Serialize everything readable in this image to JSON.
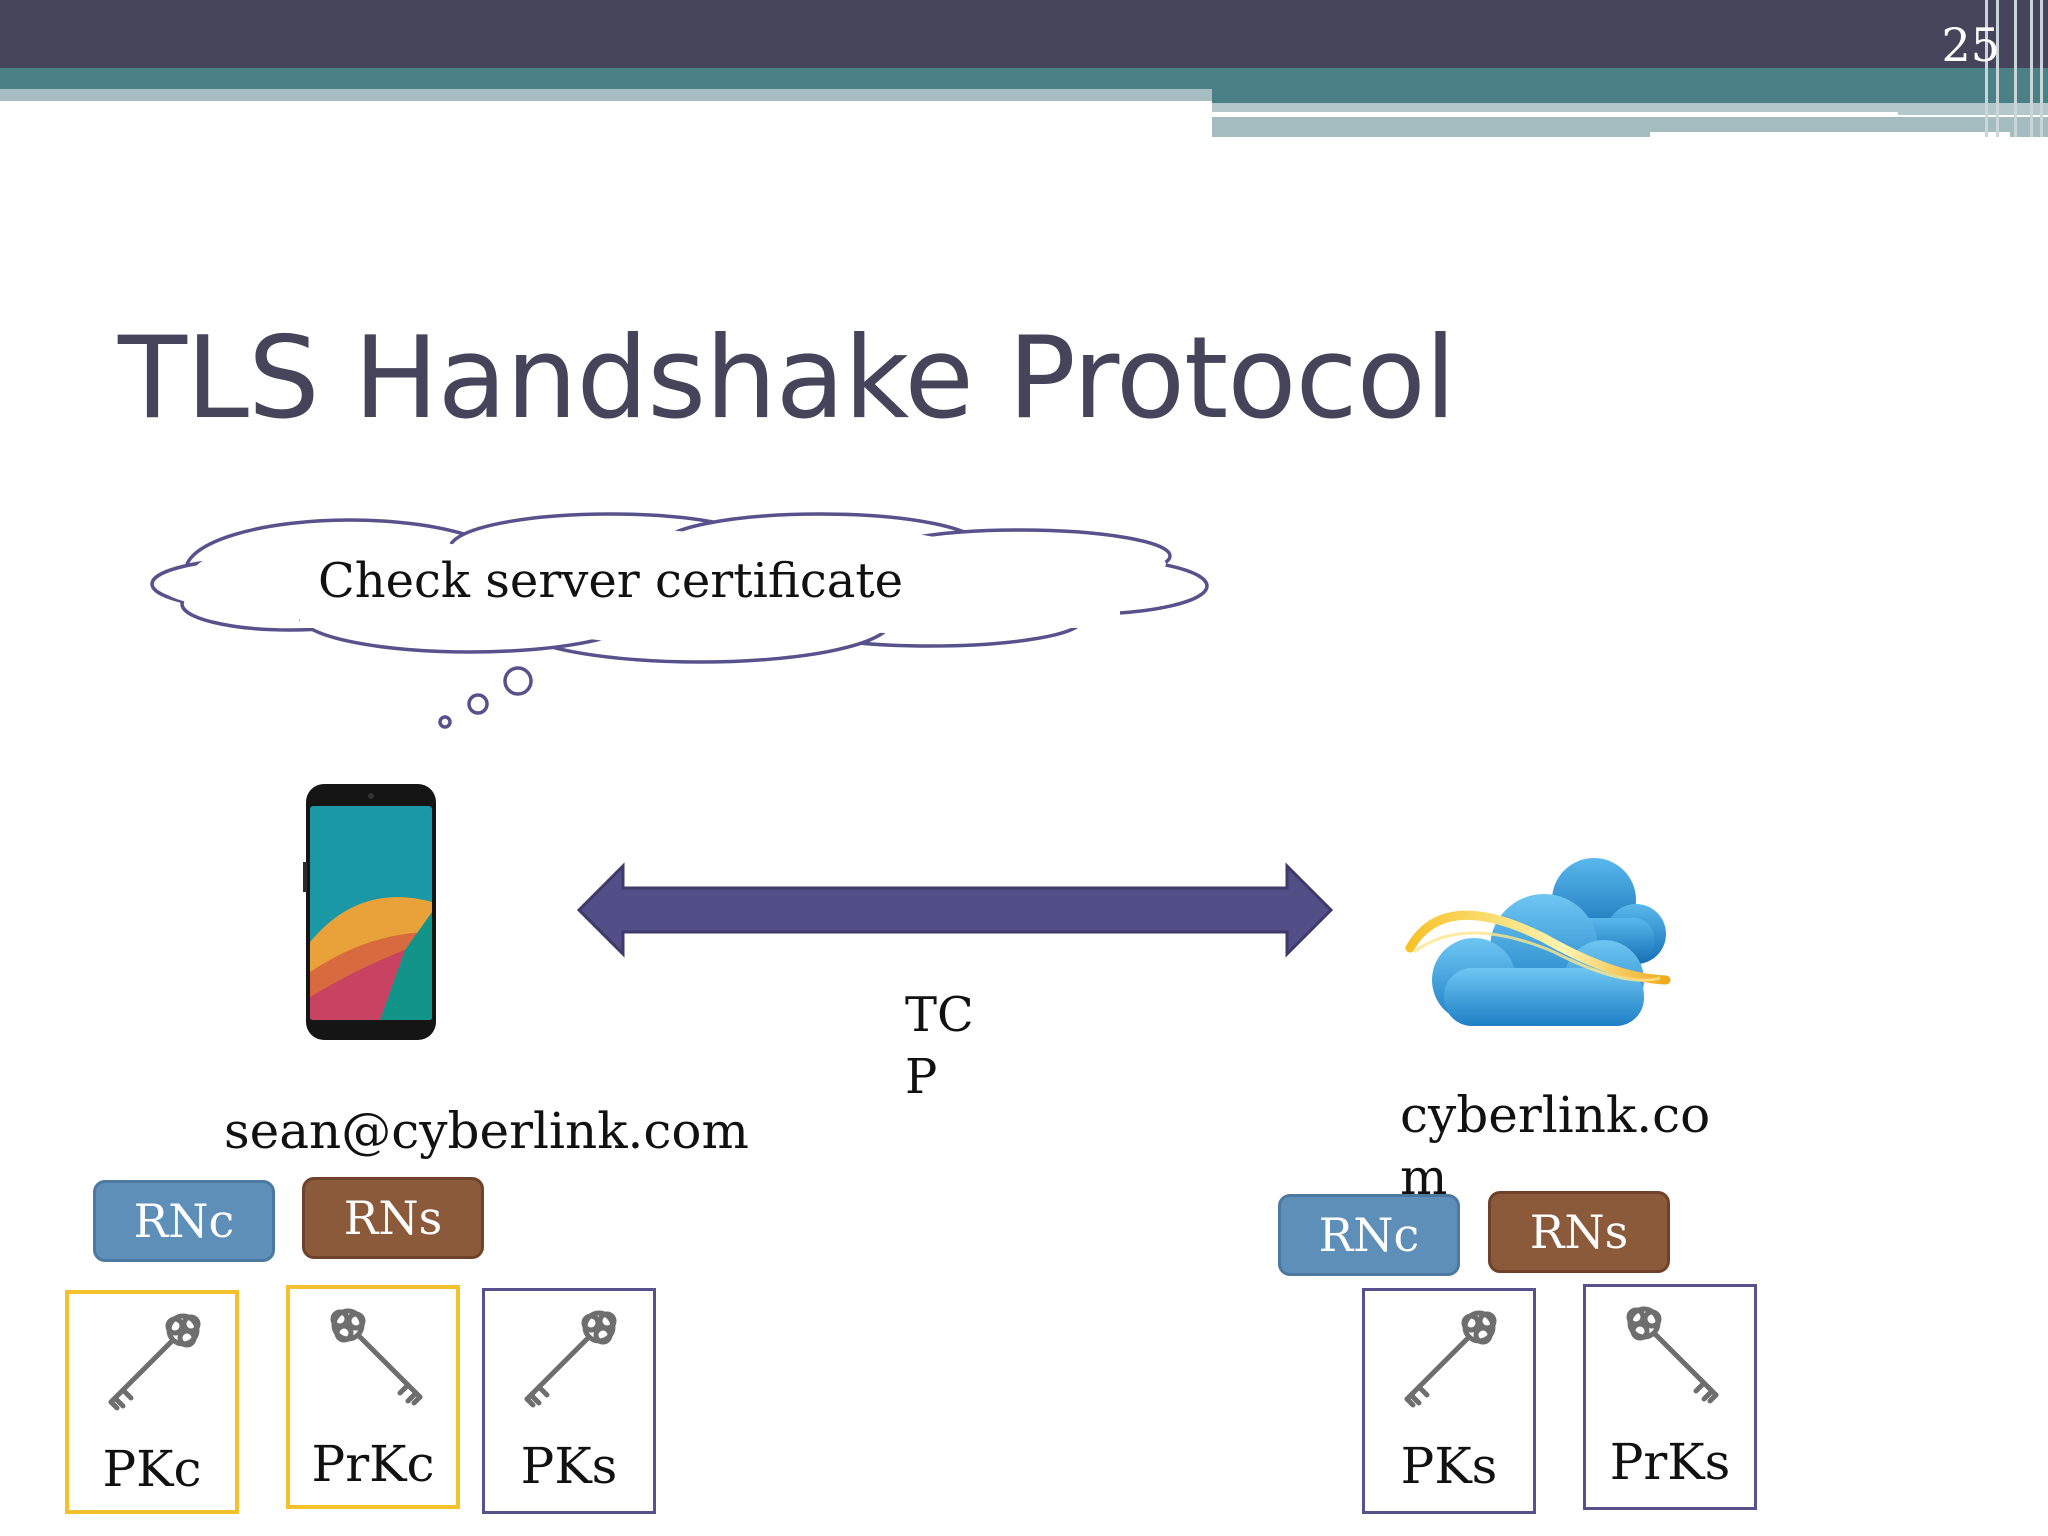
{
  "slide": {
    "number": "25",
    "title": "TLS Handshake Protocol"
  },
  "thought": {
    "text": "Check server certificate"
  },
  "connection": {
    "label_line1": "TC",
    "label_line2": "P"
  },
  "client": {
    "label": "sean@cyberlink.com",
    "icon": "smartphone-icon"
  },
  "server": {
    "label_line1": "cyberlink.co",
    "label_line2": "m",
    "icon": "cloud-icon"
  },
  "client_nonces": [
    {
      "label": "RNc"
    },
    {
      "label": "RNs"
    }
  ],
  "server_nonces": [
    {
      "label": "RNc"
    },
    {
      "label": "RNs"
    }
  ],
  "client_keys": [
    {
      "label": "PKc",
      "icon": "key-icon"
    },
    {
      "label": "PrKc",
      "icon": "key-icon"
    },
    {
      "label": "PKs",
      "icon": "key-icon"
    }
  ],
  "server_keys": [
    {
      "label": "PKs",
      "icon": "key-icon"
    },
    {
      "label": "PrKs",
      "icon": "key-icon"
    }
  ],
  "colors": {
    "header_dark": "#45445b",
    "header_teal": "#4c8087",
    "arrow": "#524e87",
    "nonce_client": "#5d8fb8",
    "nonce_server": "#8a5a3b",
    "key_border_own": "#f2c12c",
    "key_border_other": "#57528b"
  }
}
